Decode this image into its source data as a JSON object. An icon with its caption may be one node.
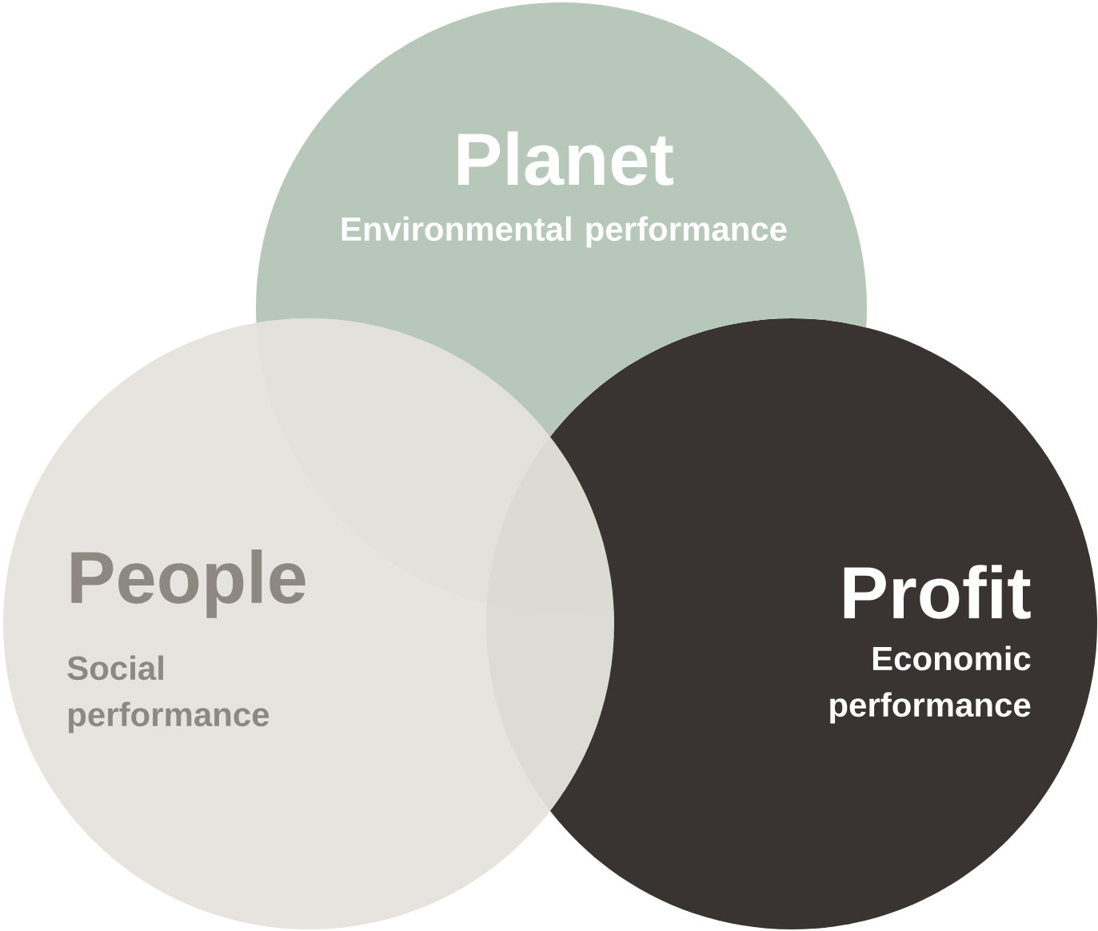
{
  "diagram": {
    "nodes": [
      {
        "text": [
          "Planet",
          "Environmental performance"
        ]
      },
      {
        "text": [
          "People",
          "Social performance"
        ]
      },
      {
        "text": [
          "Profit",
          "Economic performance"
        ]
      }
    ]
  }
}
